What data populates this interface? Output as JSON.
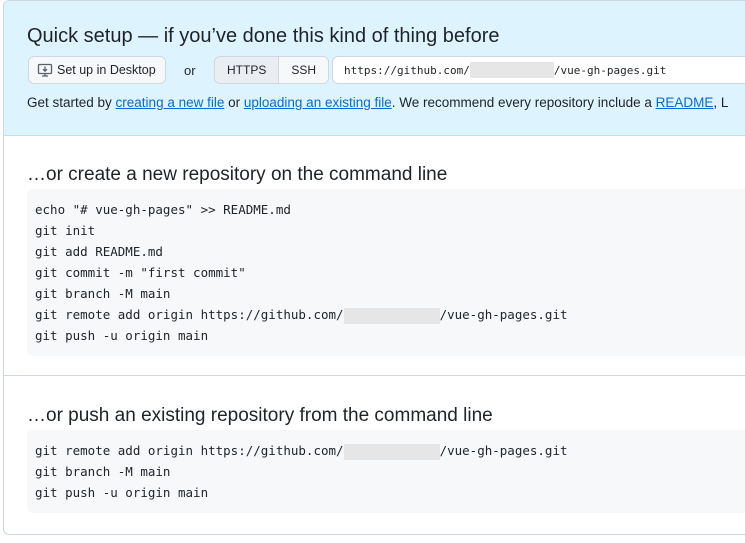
{
  "quick_setup": {
    "title": "Quick setup — if you’ve done this kind of thing before",
    "desktop_button": "Set up in Desktop",
    "or_label": "or",
    "protocols": [
      "HTTPS",
      "SSH"
    ],
    "active_protocol": "HTTPS",
    "url_prefix": "https://github.com/",
    "url_suffix": "/vue-gh-pages.git",
    "get_started": {
      "prefix": "Get started by ",
      "link_new_file": "creating a new file",
      "middle": " or ",
      "link_upload": "uploading an existing file",
      "after": ". We recommend every repository include a ",
      "link_readme": "README",
      "tail": ", L"
    }
  },
  "create_section": {
    "title": "…or create a new repository on the command line",
    "lines": [
      "echo \"# vue-gh-pages\" >> README.md",
      "git init",
      "git add README.md",
      "git commit -m \"first commit\"",
      "git branch -M main"
    ],
    "remote_prefix": "git remote add origin https://github.com/",
    "remote_suffix": "/vue-gh-pages.git",
    "last_line": "git push -u origin main"
  },
  "push_section": {
    "title": "…or push an existing repository from the command line",
    "remote_prefix": "git remote add origin https://github.com/",
    "remote_suffix": "/vue-gh-pages.git",
    "lines": [
      "git branch -M main",
      "git push -u origin main"
    ]
  }
}
